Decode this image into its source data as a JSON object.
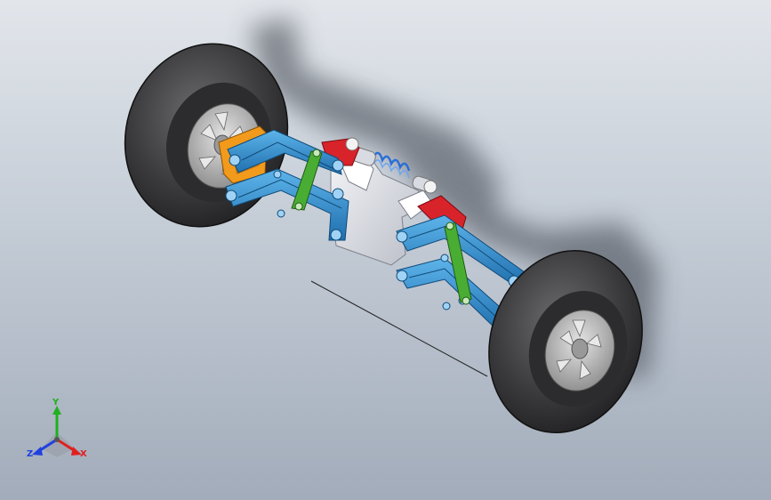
{
  "viewport": {
    "background_top": "#e2e6eb",
    "background_bottom": "#a2acba"
  },
  "model": {
    "parts": [
      {
        "name": "tire",
        "color": "#3a3a3c"
      },
      {
        "name": "rim",
        "color": "#b9b9b9"
      },
      {
        "name": "control-arm",
        "color": "#2f8fd0"
      },
      {
        "name": "push-rod",
        "color": "#49ad33"
      },
      {
        "name": "rocker",
        "color": "#d8232a"
      },
      {
        "name": "chassis-plate",
        "color": "#e6e8ee"
      },
      {
        "name": "spring",
        "color": "#2b6fd6"
      },
      {
        "name": "upright",
        "color": "#f29a1b"
      }
    ]
  },
  "triad": {
    "x_label": "X",
    "y_label": "Y",
    "z_label": "Z",
    "x_color": "#e02020",
    "y_color": "#20b020",
    "z_color": "#2040e0"
  }
}
